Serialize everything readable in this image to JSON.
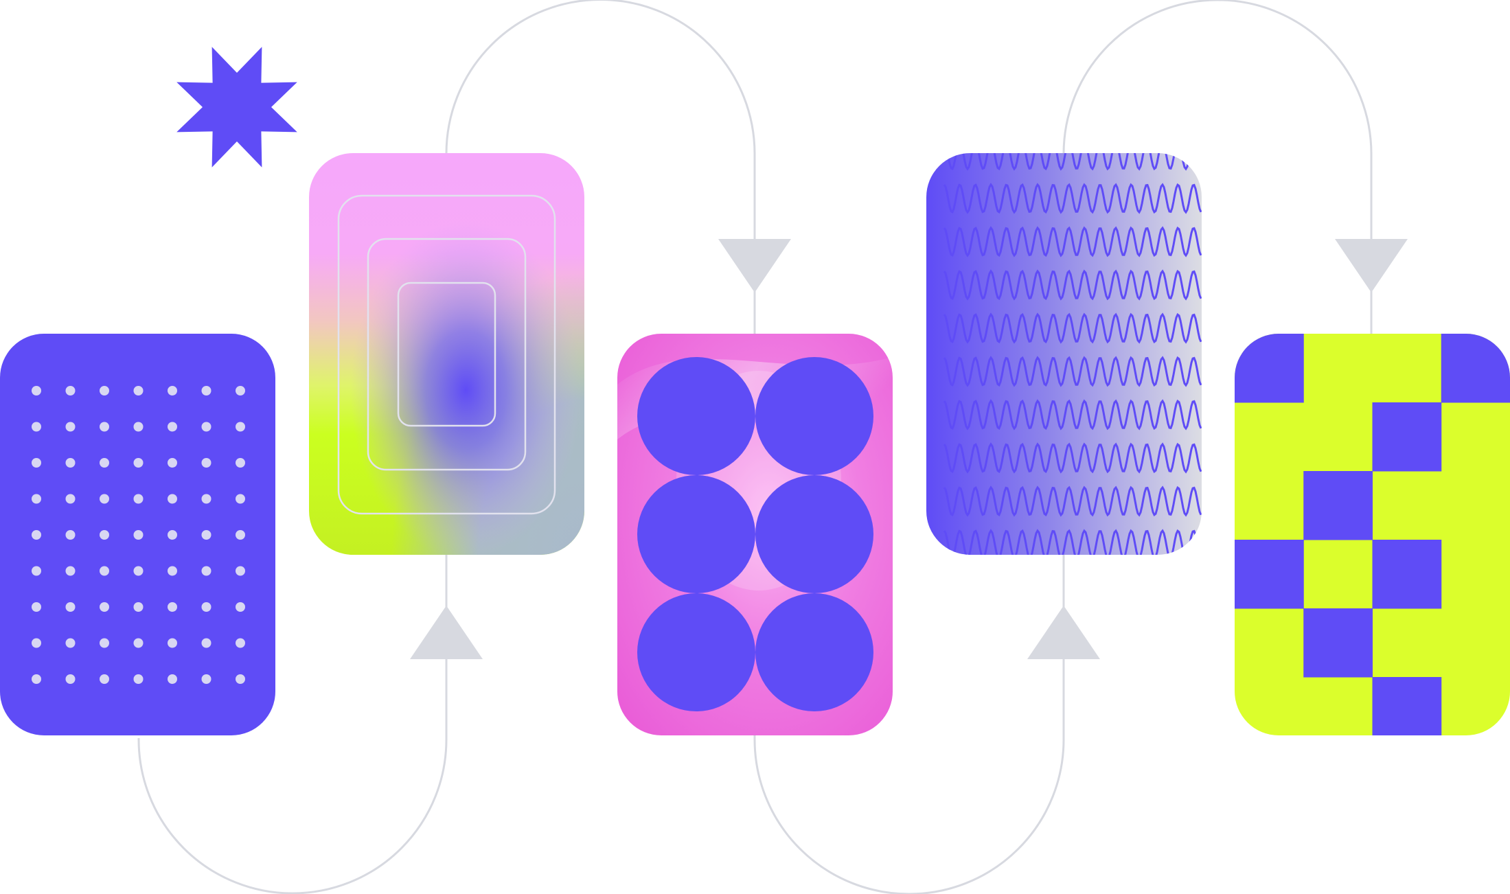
{
  "palette": {
    "violet": "#5f4cf6",
    "lime": "#dbfe2c",
    "connector": "#d7d9e0",
    "dot": "#d8d7f2",
    "pink": "#f6a8fb",
    "hot_pink": "#ee5fdc",
    "steel": "#a9bacc",
    "wave_fade": "#dcdde3"
  },
  "diagram": {
    "nodes": [
      {
        "id": "dot-grid-card",
        "pattern": "dot-grid"
      },
      {
        "id": "gradient-frames-card",
        "pattern": "nested-rounded-frames"
      },
      {
        "id": "circles-card",
        "pattern": "six-circles"
      },
      {
        "id": "wave-card",
        "pattern": "sine-waves"
      },
      {
        "id": "checker-card",
        "pattern": "checkerboard"
      }
    ],
    "connectors": [
      {
        "from": "dot-grid-card",
        "to": "gradient-frames-card",
        "arrow": "up-triangle"
      },
      {
        "from": "gradient-frames-card",
        "to": "circles-card",
        "arrow": "down-triangle"
      },
      {
        "from": "circles-card",
        "to": "wave-card",
        "arrow": "up-triangle"
      },
      {
        "from": "wave-card",
        "to": "checker-card",
        "arrow": "down-triangle"
      }
    ],
    "decoration": {
      "icon": "eight-point-star-icon"
    }
  }
}
